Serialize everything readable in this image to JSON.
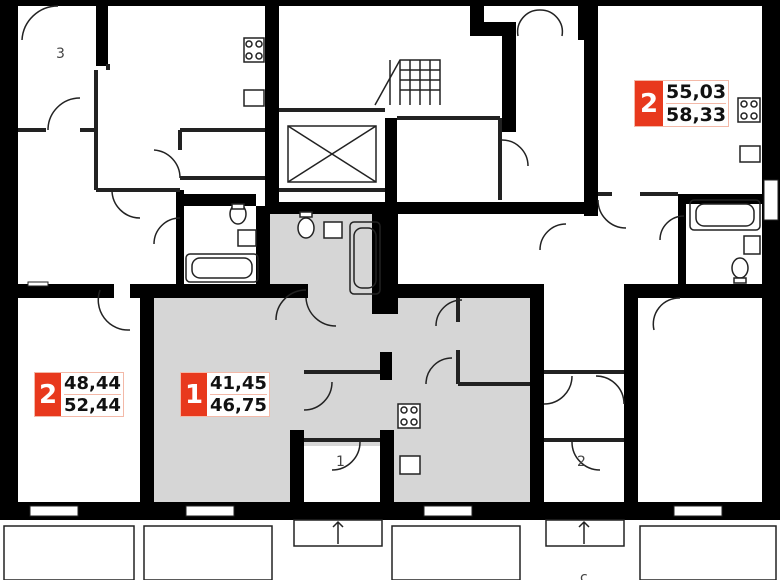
{
  "plan": {
    "colors": {
      "wall": "#000000",
      "selected_fill": "#d6d6d6",
      "line": "#222222",
      "accent": "#e8391d",
      "accent_border": "#f3b9a8"
    },
    "room_labels": [
      "3",
      "1",
      "2"
    ],
    "bottom_label": "c"
  },
  "apartments": [
    {
      "rooms": "2",
      "area_living": "55,03",
      "area_total": "58,33"
    },
    {
      "rooms": "2",
      "area_living": "48,44",
      "area_total": "52,44"
    },
    {
      "rooms": "1",
      "area_living": "41,45",
      "area_total": "46,75",
      "selected": true
    }
  ]
}
